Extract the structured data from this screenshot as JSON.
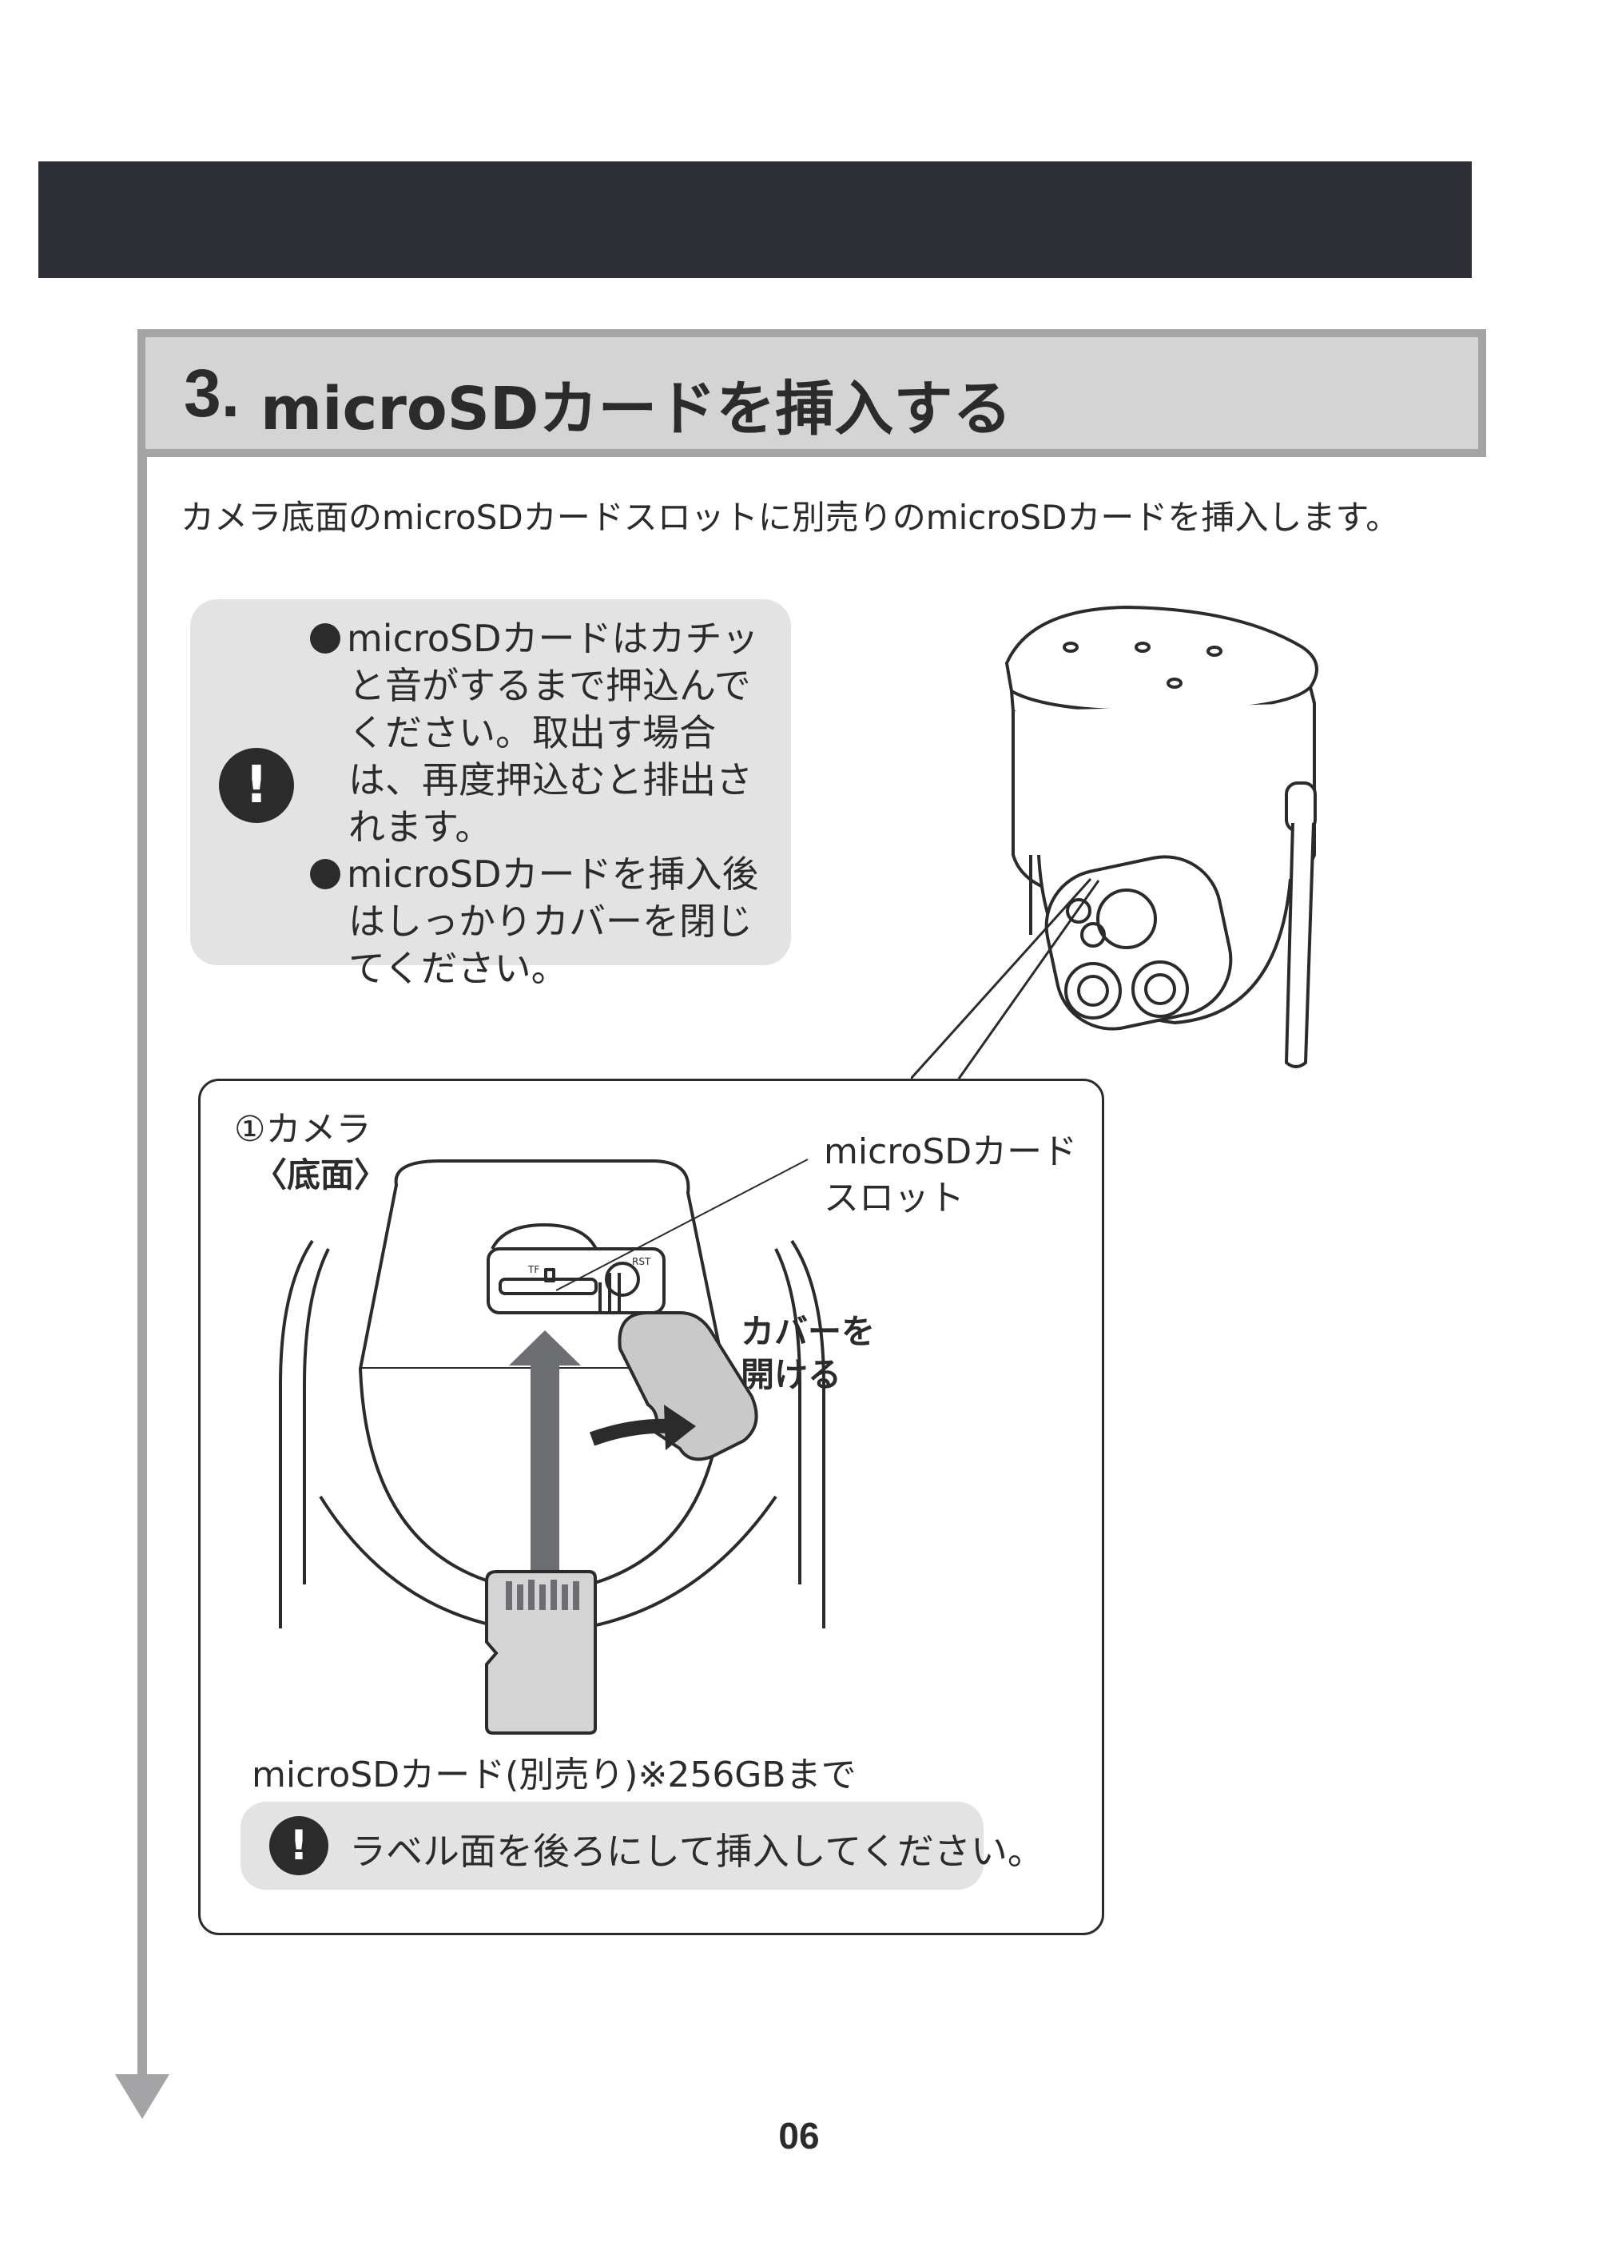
{
  "section": {
    "number": "3.",
    "title": "microSDカードを挿入する"
  },
  "intro": "カメラ底面のmicroSDカードスロットに別売りのmicroSDカードを挿入します。",
  "caution": {
    "icon": "exclamation-icon",
    "items": [
      "microSDカードはカチッと音がするまで押込んでください。取出す場合は、再度押込むと排出されます。",
      "microSDカードを挿入後はしっかりカバーを閉じてください。"
    ]
  },
  "detail": {
    "camera_label": "①カメラ",
    "view_label": "〈底面〉",
    "slot_label_1": "microSDカード",
    "slot_label_2": "スロット",
    "cover_label_1": "カバーを",
    "cover_label_2": "開ける",
    "slot_marking_tf": "TF",
    "slot_marking_rst": "RST",
    "card_label": "microSDカード(別売り)※256GBまで",
    "warning": "ラベル面を後ろにして挿入してください。"
  },
  "page_number": "06"
}
